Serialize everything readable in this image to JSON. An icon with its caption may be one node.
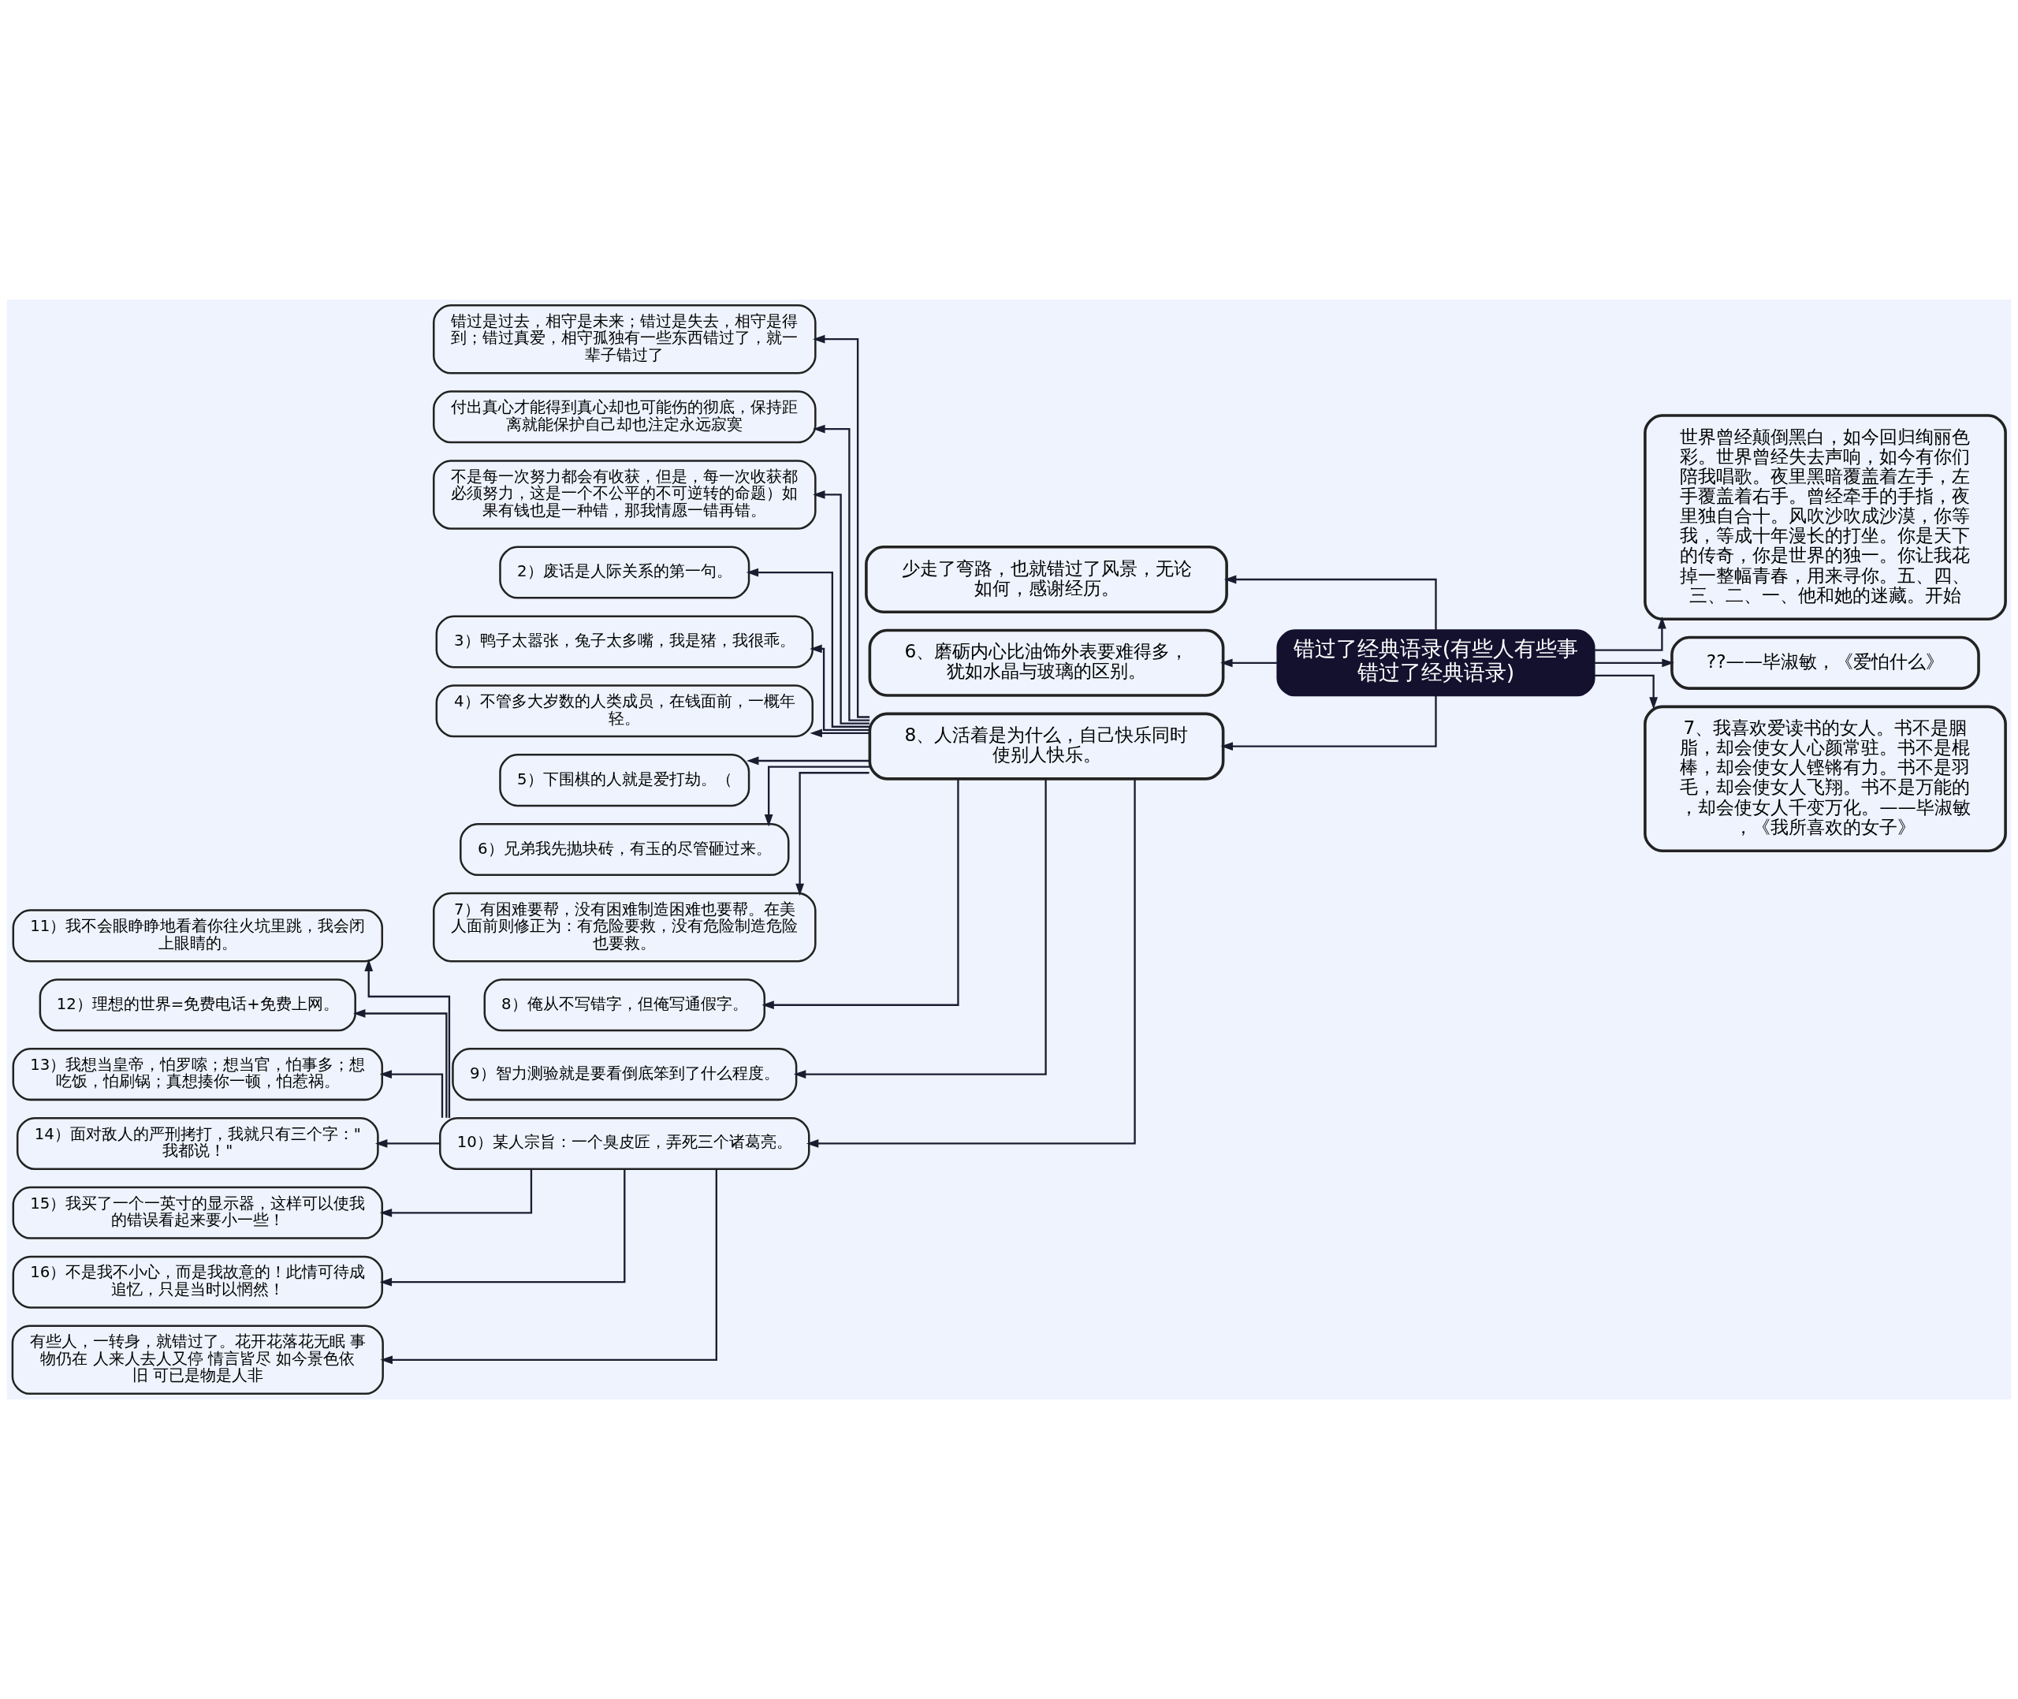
{
  "diagram": {
    "nodes": [
      {
        "text": [
          "错过了经典语录(有些人有些事错过了经典语录)"
        ]
      },
      {
        "text": [
          "少走了弯路，也就错过了风景，无论如何，感谢经历。"
        ]
      },
      {
        "text": [
          "6、磨砺内心比油饰外表要难得多，犹如水晶与玻璃的区别。"
        ]
      },
      {
        "text": [
          "8、人活着是为什么，自己快乐同时使别人快乐。"
        ]
      },
      {
        "text": [
          "错过是过去，相守是未来；错过是失去，相守是得到；错过真爱，相守孤独有一些东西错过了，就一辈子错过了"
        ]
      },
      {
        "text": [
          "付出真心才能得到真心却也可能伤的彻底，保持距离就能保护自己却也注定永远寂寞"
        ]
      },
      {
        "text": [
          "不是每一次努力都会有收获，但是，每一次收获都必须努力，这是一个不公平的不可逆转的命题）如果有钱也是一种错，那我情愿一错再错。"
        ]
      },
      {
        "text": [
          "2）废话是人际关系的第一句。"
        ]
      },
      {
        "text": [
          "3）鸭子太嚣张，兔子太多嘴，我是猪，我很乖。"
        ]
      },
      {
        "text": [
          "4）不管多大岁数的人类成员，在钱面前，一概年轻。"
        ]
      },
      {
        "text": [
          "5）下围棋的人就是爱打劫。（"
        ]
      },
      {
        "text": [
          "6）兄弟我先抛块砖，有玉的尽管砸过来。"
        ]
      },
      {
        "text": [
          "7）有困难要帮，没有困难制造困难也要帮。在美人面前则修正为：有危险要救，没有危险制造危险也要救。"
        ]
      },
      {
        "text": [
          "8）俺从不写错字，但俺写通假字。"
        ]
      },
      {
        "text": [
          "9）智力测验就是要看倒底笨到了什么程度。"
        ]
      },
      {
        "text": [
          "10）某人宗旨：一个臭皮匠，弄死三个诸葛亮。"
        ]
      },
      {
        "text": [
          "11）我不会眼睁睁地看着你往火坑里跳，我会闭上眼睛的。"
        ]
      },
      {
        "text": [
          "12）理想的世界=免费电话+免费上网。"
        ]
      },
      {
        "text": [
          "13）我想当皇帝，怕罗嗦；想当官，怕事多；想吃饭，怕刷锅；真想揍你一顿，怕惹祸。"
        ]
      },
      {
        "text": [
          "14）面对敌人的严刑拷打，我就只有三个字：\"我都说！\""
        ]
      },
      {
        "text": [
          "15）我买了一个一英寸的显示器，这样可以使我的错误看起来要小一些！"
        ]
      },
      {
        "text": [
          "16）不是我不小心，而是我故意的！此情可待成追忆，只是当时以惘然！"
        ]
      },
      {
        "text": [
          "有些人，一转身，就错过了。花开花落花无眠 事物仍在 人来人去人又停 情言皆尽 如今景色依旧 可已是物是人非"
        ]
      },
      {
        "text": [
          "世界曾经颠倒黑白，如今回归绚丽色彩。世界曾经失去声响，如今有你们陪我唱歌。夜里黑暗覆盖着左手，左手覆盖着右手。曾经牵手的手指，夜里独自合十。风吹沙吹成沙漠，你等我，等成十年漫长的打坐。你是天下的传奇，你是世界的独一。你让我花掉一整幅青春，用来寻你。五、四、三、二、一、他和她的迷藏。开始"
        ]
      },
      {
        "text": [
          "??——毕淑敏，《爱怕什么》"
        ]
      },
      {
        "text": [
          "7、我喜欢爱读书的女人。书不是胭脂，却会使女人心颜常驻。书不是棍棒，却会使女人铿锵有力。书不是羽毛，却会使女人飞翔。书不是万能的，却会使女人千变万化。——毕淑敏，《我所喜欢的女子》"
        ]
      }
    ],
    "edges": [
      {
        "from": 0,
        "to": 1,
        "arrow": "to"
      },
      {
        "from": 0,
        "to": 2,
        "arrow": "to"
      },
      {
        "from": 0,
        "to": 3,
        "arrow": "to"
      },
      {
        "from": 3,
        "to": 4,
        "arrow": "to"
      },
      {
        "from": 3,
        "to": 5,
        "arrow": "to"
      },
      {
        "from": 3,
        "to": 6,
        "arrow": "to"
      },
      {
        "from": 3,
        "to": 7,
        "arrow": "to"
      },
      {
        "from": 3,
        "to": 8,
        "arrow": "to"
      },
      {
        "from": 3,
        "to": 9,
        "arrow": "to"
      },
      {
        "from": 3,
        "to": 10,
        "arrow": "to"
      },
      {
        "from": 3,
        "to": 11,
        "arrow": "to"
      },
      {
        "from": 3,
        "to": 12,
        "arrow": "to"
      },
      {
        "from": 3,
        "to": 13,
        "arrow": "to"
      },
      {
        "from": 3,
        "to": 14,
        "arrow": "to"
      },
      {
        "from": 3,
        "to": 15,
        "arrow": "to"
      },
      {
        "from": 15,
        "to": 16,
        "arrow": "to"
      },
      {
        "from": 15,
        "to": 17,
        "arrow": "to"
      },
      {
        "from": 15,
        "to": 18,
        "arrow": "to"
      },
      {
        "from": 15,
        "to": 19,
        "arrow": "to"
      },
      {
        "from": 15,
        "to": 20,
        "arrow": "to"
      },
      {
        "from": 15,
        "to": 21,
        "arrow": "to"
      },
      {
        "from": 15,
        "to": 22,
        "arrow": "to"
      },
      {
        "from": 0,
        "to": 23,
        "arrow": "to"
      },
      {
        "from": 0,
        "to": 24,
        "arrow": "to"
      },
      {
        "from": 0,
        "to": 25,
        "arrow": "to"
      }
    ]
  }
}
